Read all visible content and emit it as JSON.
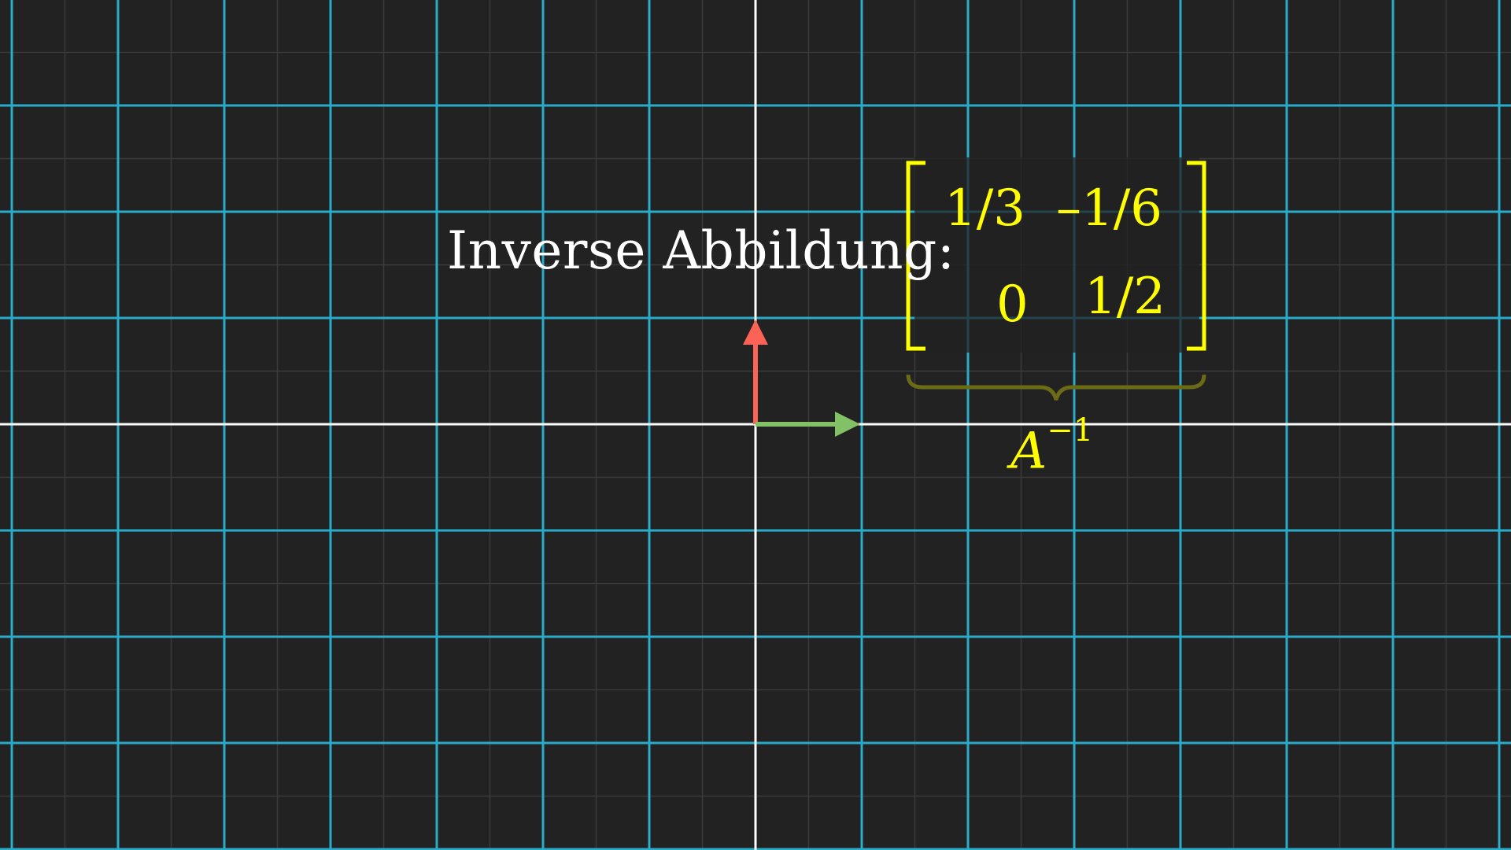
{
  "title": "Inverse Abbildung:",
  "matrix": {
    "rows": [
      [
        "1/3",
        "–1/6"
      ],
      [
        "0",
        "1/2"
      ]
    ],
    "label": "A",
    "label_exponent": "−1"
  },
  "colors": {
    "background": "#222222",
    "grid_major": "#29abca",
    "grid_minor": "#3a3a3a",
    "axes": "#ffffff",
    "matrix": "#ffff00",
    "brace": "#6b6b15",
    "basis_i": "#83c167",
    "basis_j": "#fc6255"
  },
  "basis_vectors": {
    "i_hat": [
      1,
      0
    ],
    "j_hat": [
      0,
      1
    ]
  }
}
